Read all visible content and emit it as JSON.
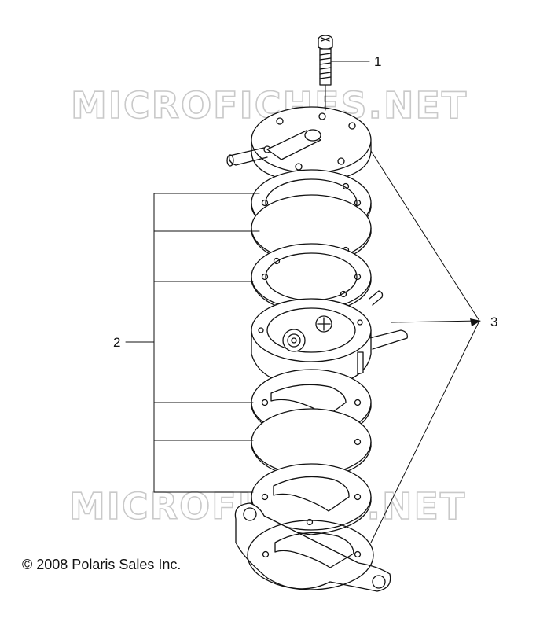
{
  "watermarks": [
    "MICROFICHES.NET",
    "MICROFICHES.NET"
  ],
  "callouts": {
    "c1": "1",
    "c2": "2",
    "c3": "3"
  },
  "copyright": "© 2008 Polaris Sales Inc."
}
